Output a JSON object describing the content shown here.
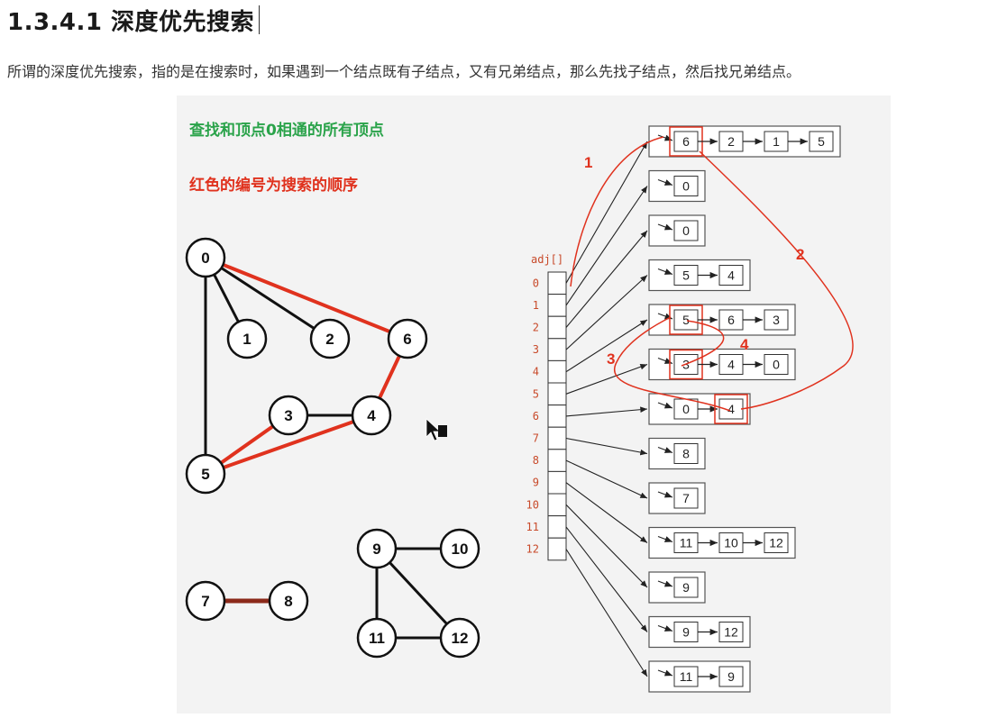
{
  "heading": "1.3.4.1 深度优先搜索",
  "paragraph": "所谓的深度优先搜索，指的是在搜索时，如果遇到一个结点既有子结点，又有兄弟结点，那么先找子结点，然后找兄弟结点。",
  "figure": {
    "label_green": "查找和顶点0相通的所有顶点",
    "label_red": "红色的编号为搜索的顺序",
    "adj_label": "adj[]",
    "indices": [
      "0",
      "1",
      "2",
      "3",
      "4",
      "5",
      "6",
      "7",
      "8",
      "9",
      "10",
      "11",
      "12"
    ],
    "vertices": [
      "0",
      "1",
      "2",
      "3",
      "4",
      "5",
      "6",
      "7",
      "8",
      "9",
      "10",
      "11",
      "12"
    ],
    "lists": [
      [
        "6",
        "2",
        "1",
        "5"
      ],
      [
        "0"
      ],
      [
        "0"
      ],
      [
        "5",
        "4"
      ],
      [
        "5",
        "6",
        "3"
      ],
      [
        "3",
        "4",
        "0"
      ],
      [
        "0",
        "4"
      ],
      [
        "8"
      ],
      [
        "7"
      ],
      [
        "11",
        "10",
        "12"
      ],
      [
        "9"
      ],
      [
        "9",
        "12"
      ],
      [
        "11",
        "9"
      ]
    ],
    "order_labels": [
      "1",
      "2",
      "3",
      "4"
    ],
    "colors": {
      "red": "#e0321e",
      "green": "#2aa34a",
      "edge": "#111111"
    }
  }
}
